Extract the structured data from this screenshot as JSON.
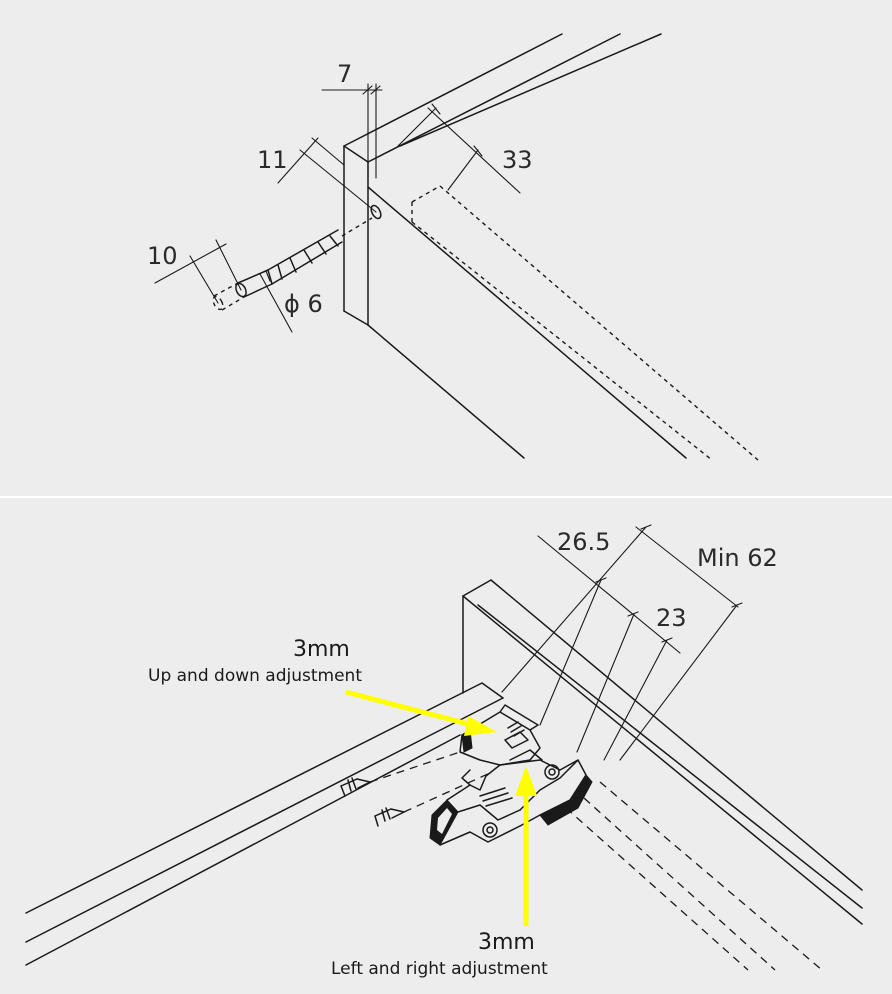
{
  "figure_top": {
    "dimensions": {
      "d7": "7",
      "d11": "11",
      "d33": "33",
      "d10": "10",
      "d6": "ϕ 6"
    }
  },
  "figure_bottom": {
    "dimensions": {
      "d26_5": "26.5",
      "dmin62": "Min 62",
      "d23": "23"
    },
    "callouts": {
      "updown_value": "3mm",
      "updown_label": "Up and down adjustment",
      "leftright_value": "3mm",
      "leftright_label": "Left and right adjustment"
    },
    "highlight_color": "#ffff00"
  }
}
